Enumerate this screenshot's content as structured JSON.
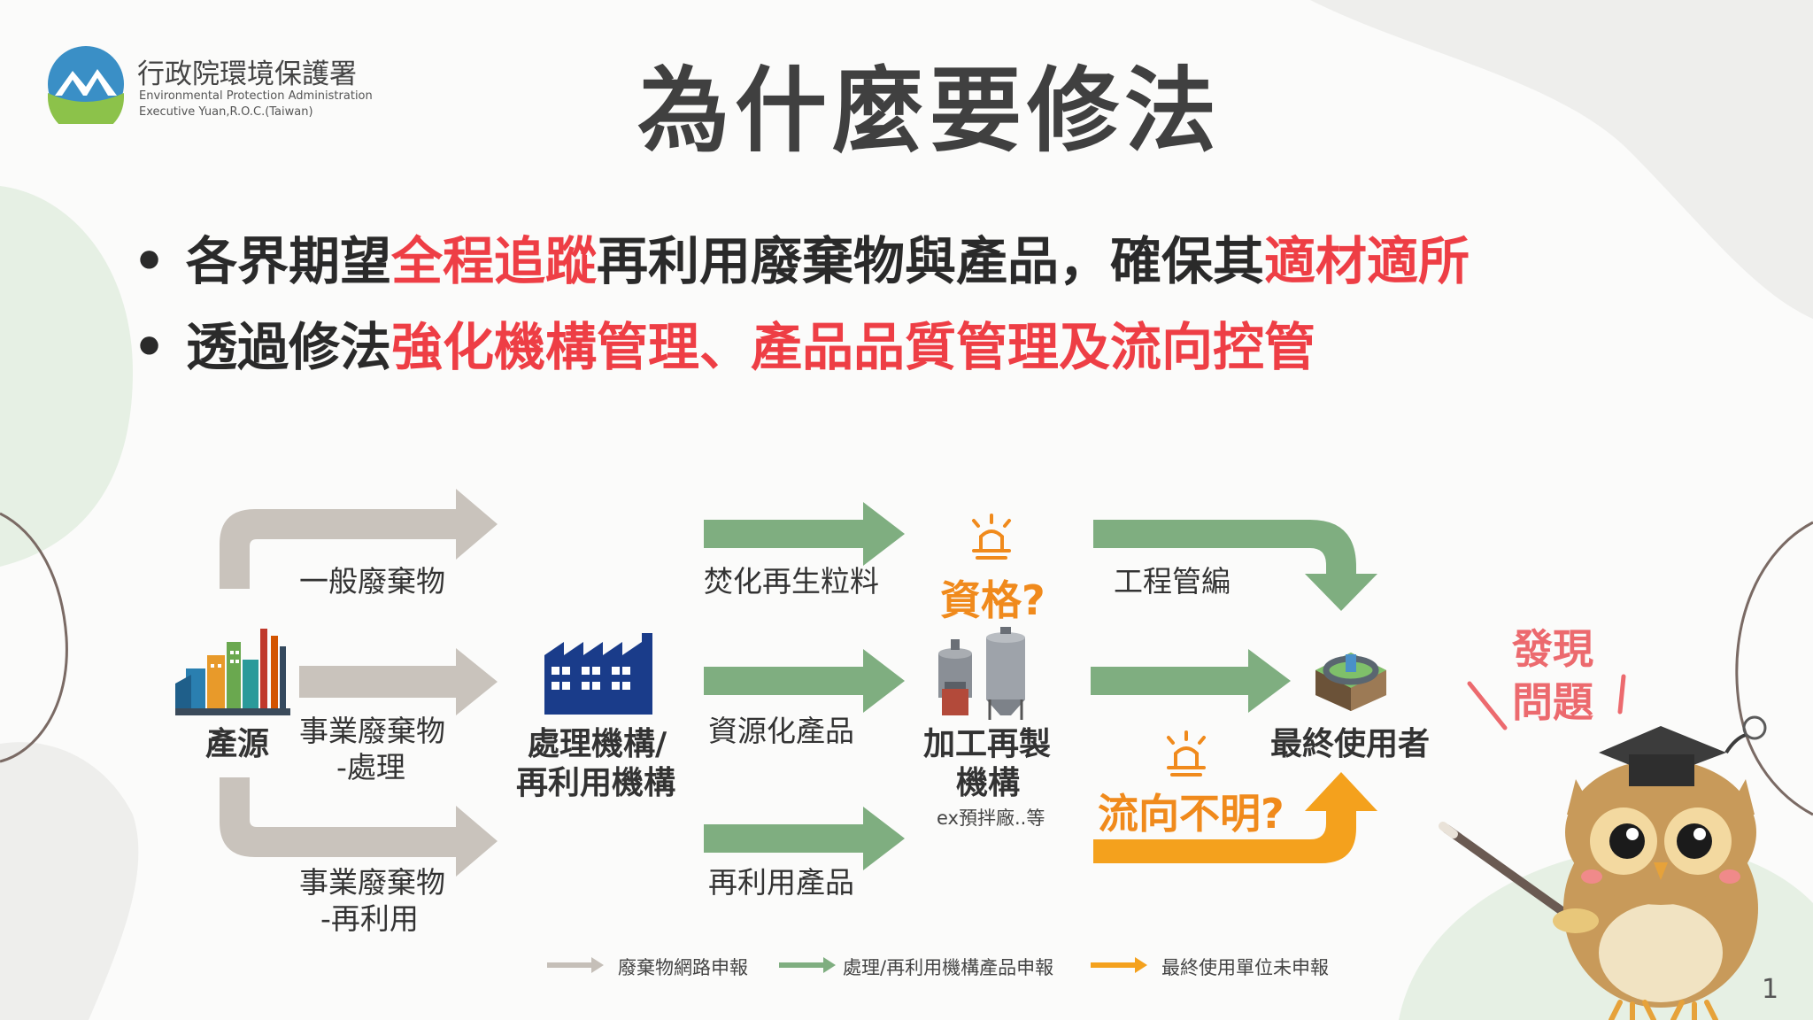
{
  "logo": {
    "org_name": "行政院環境保護署",
    "org_en_1": "Environmental Protection Administration",
    "org_en_2": "Executive Yuan,R.O.C.(Taiwan)"
  },
  "title": "為什麼要修法",
  "bullets": [
    {
      "pre": "各界期望",
      "em1": "全程追蹤",
      "mid": "再利用廢棄物與產品，確保其",
      "em2": "適材適所"
    },
    {
      "pre": "透過修法",
      "em1": "強化機構管理、產品品質管理及流向控管"
    }
  ],
  "diagram": {
    "source": "產源",
    "general_waste": "一般廢棄物",
    "biz_treat_1": "事業廢棄物",
    "biz_treat_2": "-處理",
    "biz_reuse_1": "事業廢棄物",
    "biz_reuse_2": "-再利用",
    "facility_1": "處理機構/",
    "facility_2": "再利用機構",
    "incineration": "焚化再生粒料",
    "resource_product": "資源化產品",
    "reuse_product": "再利用產品",
    "qualification": "資格?",
    "processing_1": "加工再製",
    "processing_2": "機構",
    "processing_note": "ex預拌廠..等",
    "engineering": "工程管編",
    "end_user": "最終使用者",
    "flow_unknown": "流向不明?",
    "discover_1": "發現",
    "discover_2": "問題"
  },
  "legend": [
    {
      "label": "廢棄物網路申報",
      "color": "#c5bfb8"
    },
    {
      "label": "處理/再利用機構產品申報",
      "color": "#7fae80"
    },
    {
      "label": "最終使用單位未申報",
      "color": "#f4a11d"
    }
  ],
  "page_number": "1",
  "colors": {
    "gray_arrow": "#c9c3bc",
    "green_arrow": "#7fae80",
    "orange_arrow": "#f4a11d",
    "accent_red": "#ee3e45"
  }
}
